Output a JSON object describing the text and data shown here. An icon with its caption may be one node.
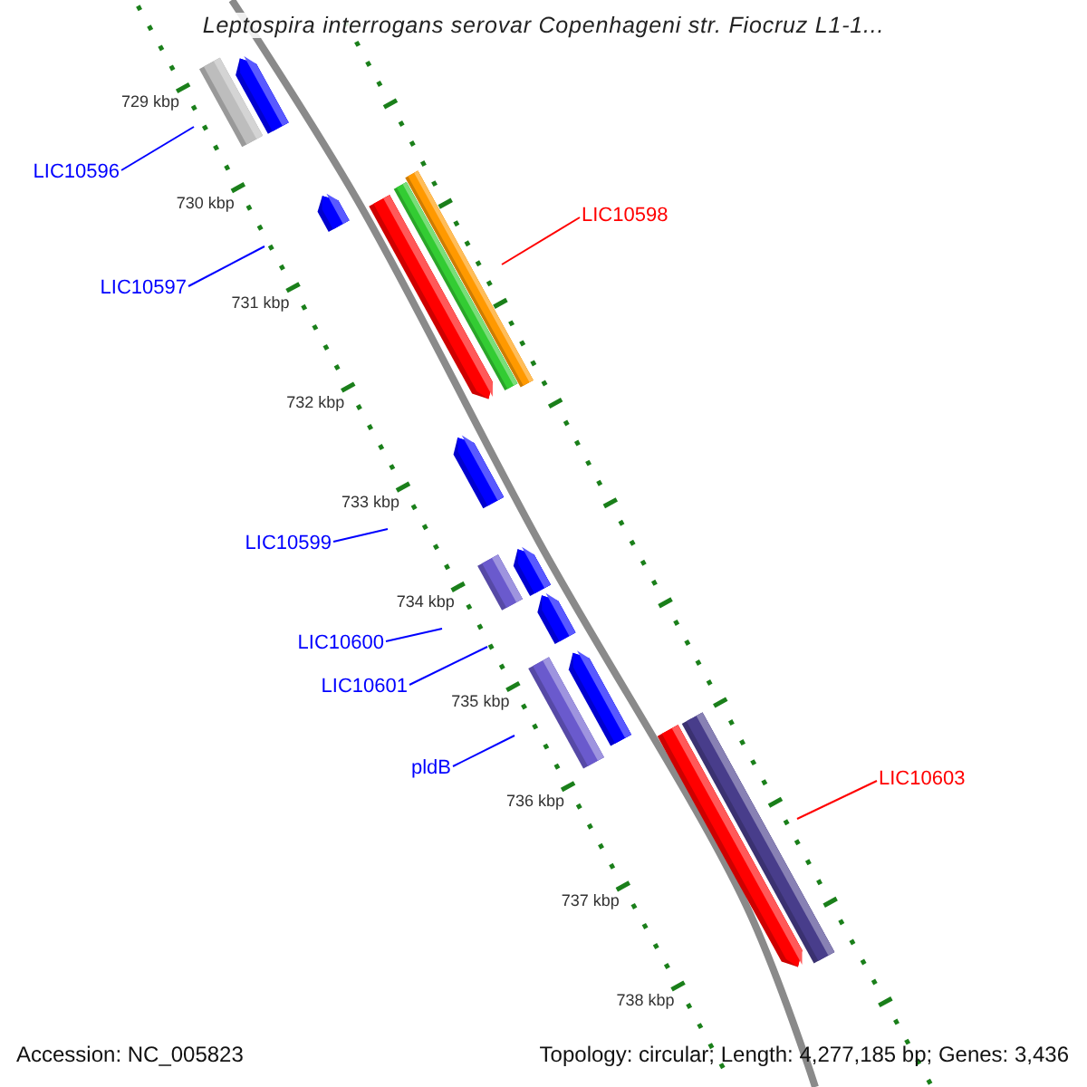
{
  "diagram": {
    "title": "Leptospira interrogans serovar Copenhageni str. Fiocruz L1-1...",
    "nodes": [
      {
        "text": [
          "LIC10596"
        ]
      },
      {
        "text": [
          "LIC10597"
        ]
      },
      {
        "text": [
          "LIC10598"
        ]
      },
      {
        "text": [
          "LIC10599"
        ]
      },
      {
        "text": [
          "LIC10600"
        ]
      },
      {
        "text": [
          "LIC10601"
        ]
      },
      {
        "text": [
          "pldB"
        ]
      },
      {
        "text": [
          "LIC10603"
        ]
      },
      {
        "text": [],
        "shape": "bar"
      },
      {
        "text": [],
        "shape": "arrow"
      },
      {
        "text": [],
        "shape": "arrow"
      },
      {
        "text": [],
        "shape": "arrow"
      },
      {
        "text": [],
        "shape": "bar"
      },
      {
        "text": [],
        "shape": "bar"
      },
      {
        "text": [],
        "shape": "arrow"
      },
      {
        "text": [],
        "shape": "bar"
      },
      {
        "text": [],
        "shape": "arrow"
      },
      {
        "text": [],
        "shape": "arrow"
      },
      {
        "text": [],
        "shape": "bar"
      },
      {
        "text": [],
        "shape": "arrow"
      },
      {
        "text": [],
        "shape": "arrow"
      },
      {
        "text": [],
        "shape": "bar"
      }
    ],
    "edges": [
      {
        "from": 0,
        "to": null,
        "arrow": "none"
      },
      {
        "from": 1,
        "to": null,
        "arrow": "none"
      },
      {
        "from": 2,
        "to": null,
        "arrow": "none",
        "color": "#ff0000"
      },
      {
        "from": 3,
        "to": null,
        "arrow": "none"
      },
      {
        "from": 4,
        "to": null,
        "arrow": "none"
      },
      {
        "from": 5,
        "to": null,
        "arrow": "none"
      },
      {
        "from": 6,
        "to": null,
        "arrow": "none"
      },
      {
        "from": 7,
        "to": null,
        "arrow": "none",
        "color": "#ff0000"
      }
    ],
    "labels": [
      "729 kbp",
      "730 kbp",
      "731 kbp",
      "732 kbp",
      "733 kbp",
      "734 kbp",
      "735 kbp",
      "736 kbp",
      "737 kbp",
      "738 kbp",
      "Accession: NC_005823",
      "Topology: circular; Length: 4,277,185 bp; Genes: 3,436"
    ]
  }
}
